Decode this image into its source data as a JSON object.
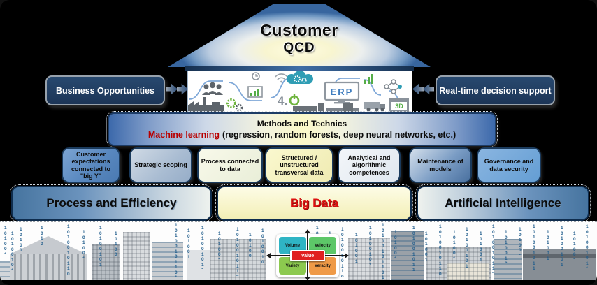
{
  "pyramid": {
    "title": "Customer",
    "subtitle": "QCD"
  },
  "flows": {
    "left_label": "Business Opportunities",
    "right_label": "Real-time decision support"
  },
  "collage": {
    "erp": "ERP",
    "industry": "4.",
    "threed": "3D"
  },
  "methods": {
    "title": "Methods and Technics",
    "highlight": "Machine learning",
    "detail": "(regression, random forests, deep neural networks, etc.)"
  },
  "capabilities": [
    {
      "label": "Customer expectations connected to \"big Y\""
    },
    {
      "label": "Strategic scoping"
    },
    {
      "label": "Process connected to data"
    },
    {
      "label": "Structured / unstructured transversal data"
    },
    {
      "label": "Analytical and algorithmic competences"
    },
    {
      "label": "Maintenance of models"
    },
    {
      "label": "Governance and data security"
    }
  ],
  "pillars": {
    "left": "Process and Efficiency",
    "center": "Big Data",
    "right": "Artificial Intelligence"
  },
  "four_vs": {
    "top_left": "Volume",
    "top_right": "Velocity",
    "bottom_left": "Variety",
    "bottom_right": "Veracity",
    "center": "Value"
  },
  "decor": {
    "binary": "1010010110100101101001011010010110100101"
  },
  "colors": {
    "navy_box": "#1f3a60",
    "box_border": "#98a2ac",
    "methods_edge": "#3c69ab",
    "machine_learning_red": "#b80000",
    "big_data_red": "#dd1010",
    "pyramid_blue": "#38669f",
    "pyramid_glow": "#fffce0",
    "volume_teal": "#2fb4c4",
    "velocity_green": "#5dc768",
    "variety_green": "#8cc94f",
    "veracity_orange": "#ef9a47",
    "value_red": "#e02020",
    "binary_blue": "#205d8c"
  }
}
